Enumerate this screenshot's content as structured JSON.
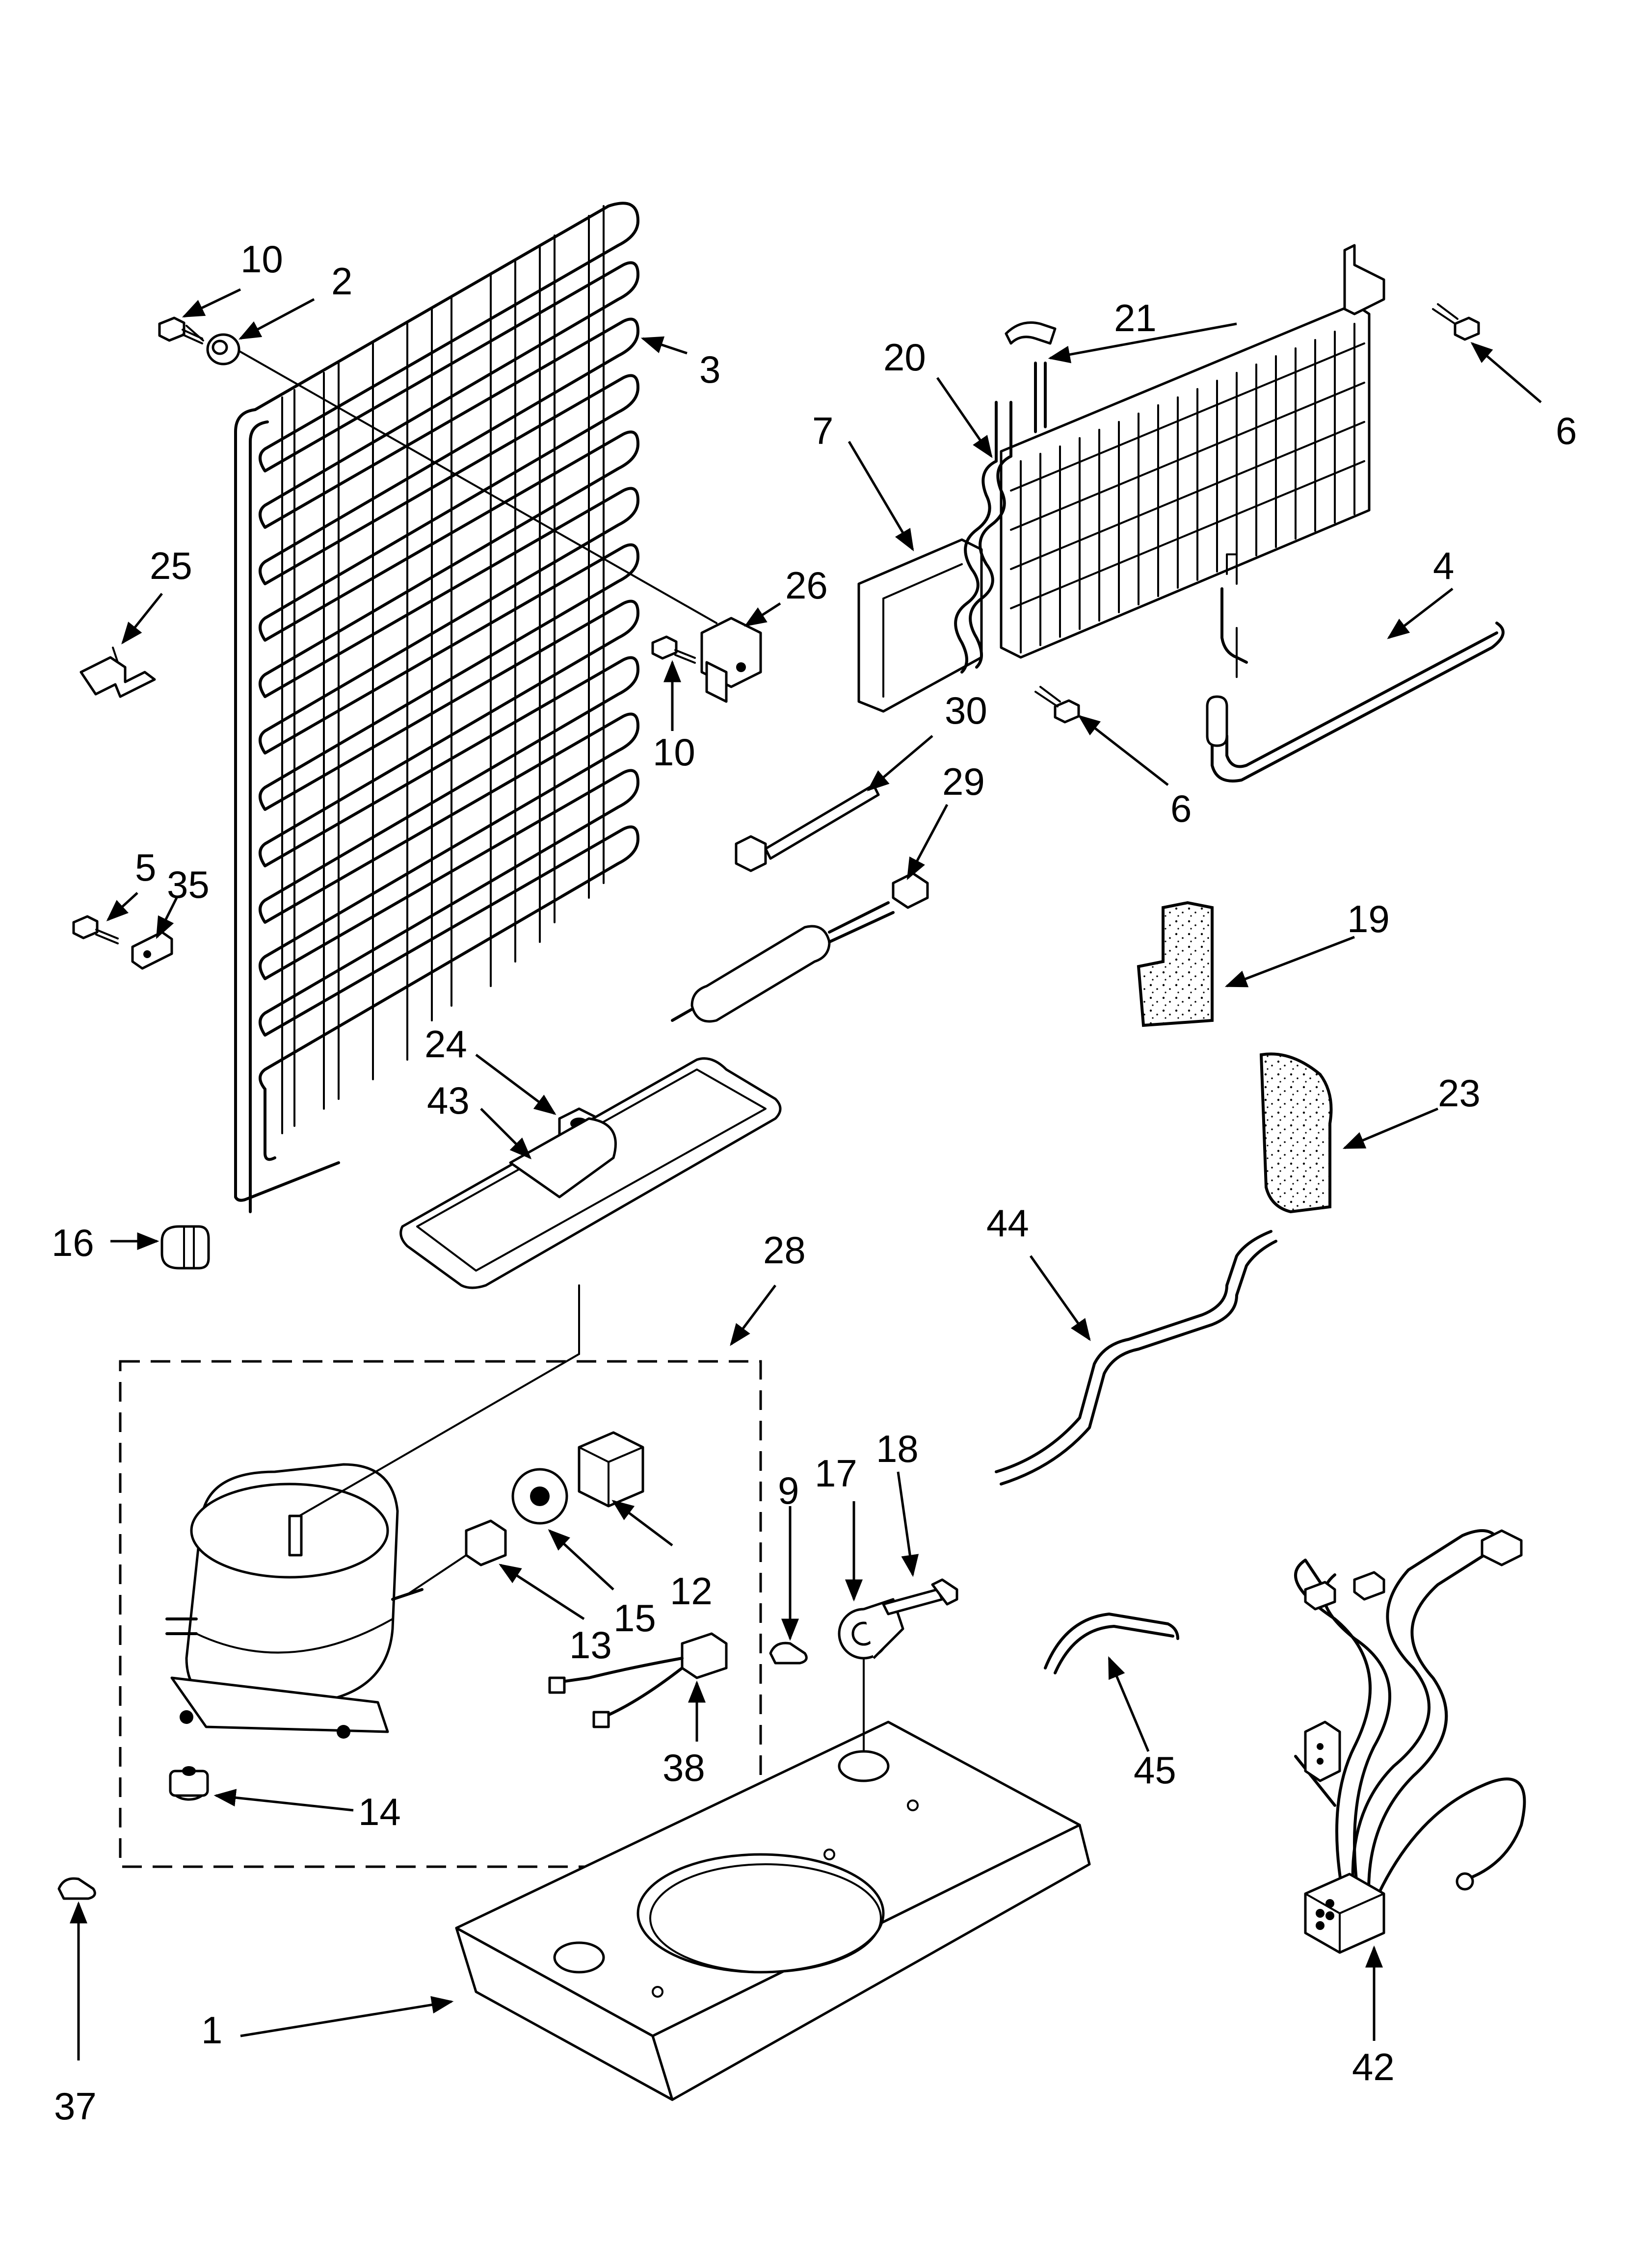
{
  "labels": {
    "p1": "1",
    "p2": "2",
    "p3": "3",
    "p4": "4",
    "p5": "5",
    "p6a": "6",
    "p6b": "6",
    "p7": "7",
    "p9": "9",
    "p10a": "10",
    "p10b": "10",
    "p12": "12",
    "p13": "13",
    "p14": "14",
    "p15": "15",
    "p16": "16",
    "p17": "17",
    "p18": "18",
    "p19": "19",
    "p20": "20",
    "p21": "21",
    "p23": "23",
    "p24": "24",
    "p25": "25",
    "p26": "26",
    "p28": "28",
    "p29": "29",
    "p30": "30",
    "p35": "35",
    "p37": "37",
    "p38": "38",
    "p42": "42",
    "p43": "43",
    "p44": "44",
    "p45": "45"
  }
}
